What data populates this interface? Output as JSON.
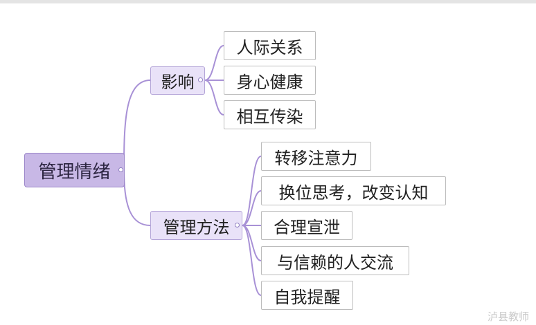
{
  "mindmap": {
    "root": {
      "label": "管理情绪"
    },
    "branches": [
      {
        "label": "影响",
        "children": [
          "人际关系",
          "身心健康",
          "相互传染"
        ]
      },
      {
        "label": "管理方法",
        "children": [
          "转移注意力",
          "换位思考，改变认知",
          "合理宣泄",
          "与信赖的人交流",
          "自我提醒"
        ]
      }
    ]
  },
  "watermark": "泸县教师",
  "colors": {
    "connector": "#a891d6",
    "root_fill": "#c8b8e6",
    "branch_fill": "#e9e2f8",
    "leaf_border": "#bcbcbc"
  }
}
